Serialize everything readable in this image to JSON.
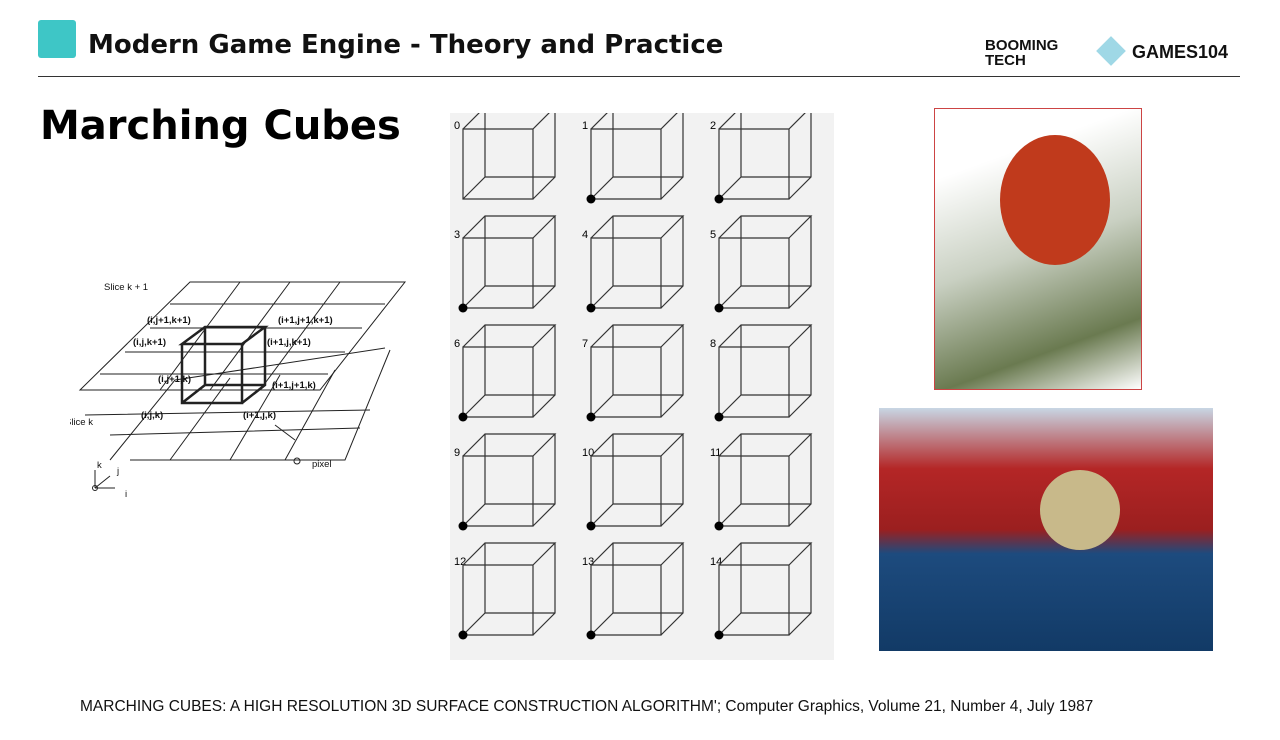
{
  "header": {
    "title": "Modern Game Engine - Theory and Practice",
    "brand1": "BOOMING TECH",
    "brand2": "GAMES104"
  },
  "slide": {
    "title": "Marching Cubes"
  },
  "diagram": {
    "slice_top": "Slice k + 1",
    "slice_bottom": "Slice k",
    "labels": [
      "(i,j+1,k+1)",
      "(i+1,j+1,k+1)",
      "(i,j,k+1)",
      "(i+1,j,k+1)",
      "(i,j+1,k)",
      "(i+1,j+1,k)",
      "(i,j,k)",
      "(i+1,j,k)"
    ],
    "pixel": "pixel",
    "axes": [
      "k",
      "j",
      "i"
    ]
  },
  "cases": [
    "0",
    "1",
    "2",
    "3",
    "4",
    "5",
    "6",
    "7",
    "8",
    "9",
    "10",
    "11",
    "12",
    "13",
    "14"
  ],
  "citation": "MARCHING CUBES: A HIGH RESOLUTION 3D SURFACE CONSTRUCTION ALGORITHM'; Computer Graphics, Volume 21, Number 4, July 1987"
}
